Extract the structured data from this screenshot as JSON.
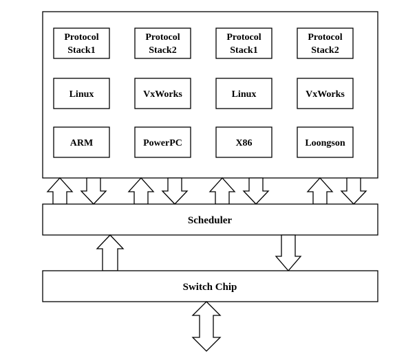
{
  "grid": {
    "row1": [
      {
        "line1": "Protocol",
        "line2": "Stack1"
      },
      {
        "line1": "Protocol",
        "line2": "Stack2"
      },
      {
        "line1": "Protocol",
        "line2": "Stack1"
      },
      {
        "line1": "Protocol",
        "line2": "Stack2"
      }
    ],
    "row2": [
      "Linux",
      "VxWorks",
      "Linux",
      "VxWorks"
    ],
    "row3": [
      "ARM",
      "PowerPC",
      "X86",
      "Loongson"
    ]
  },
  "scheduler": {
    "label": "Scheduler"
  },
  "switch_chip": {
    "label": "Switch Chip"
  }
}
